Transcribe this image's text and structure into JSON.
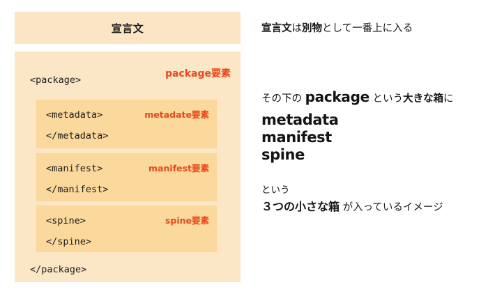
{
  "diagram": {
    "declaration": {
      "label": "宣言文"
    },
    "package": {
      "open_tag": "<package>",
      "close_tag": "</package>",
      "element_label": "package要素",
      "children": [
        {
          "open_tag": "<metadata>",
          "close_tag": "</metadata>",
          "element_label": "metadate要素"
        },
        {
          "open_tag": "<manifest>",
          "close_tag": "</manifest>",
          "element_label": "manifest要素"
        },
        {
          "open_tag": "<spine>",
          "close_tag": "</spine>",
          "element_label": "spine要素"
        }
      ]
    }
  },
  "notes": {
    "line1": {
      "part_a": "宣言文",
      "part_b": "は",
      "part_c": "別物",
      "part_d": "として一番上に入る"
    },
    "line2": {
      "part_a": "その下の ",
      "part_b": "package",
      "part_c": " という",
      "part_d": "大きな箱",
      "part_e": "に"
    },
    "stack": [
      "metadata",
      "manifest",
      "spine"
    ],
    "line3": "という",
    "line4": {
      "lead": "３つの小さな箱",
      "tail": " が入っているイメージ"
    }
  },
  "colors": {
    "declaration_bg": "#FBE5C4",
    "package_bg": "#FBE6C6",
    "child_bg": "#FBD89B",
    "element_label": "#E8491D",
    "text": "#141414",
    "page_bg": "#FFFFFF"
  }
}
